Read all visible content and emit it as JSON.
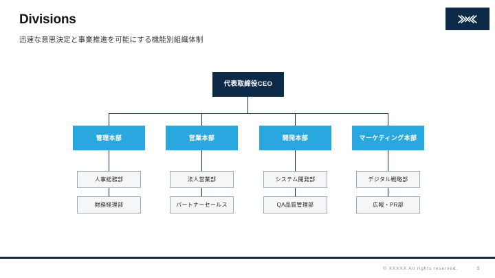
{
  "slide": {
    "title": "Divisions",
    "subtitle": "迅速な意思決定と事業推進を可能にする機能別組織体制",
    "logo": {
      "icon_name": "brand-chevron-mark",
      "background": "#0d2b48"
    }
  },
  "colors": {
    "navy": "#0d2b48",
    "blue": "#29a8e0",
    "sub_fill": "#f4f6f8",
    "sub_border": "#9aa9b8",
    "background": "#ffffff",
    "muted_text": "#8a8a8a"
  },
  "chart_data": {
    "type": "diagram",
    "title": "Divisions",
    "root": {
      "label": "代表取締役CEO",
      "level": "executive"
    },
    "divisions": [
      {
        "label": "管理本部",
        "departments": [
          "人事総務部",
          "財務経理部"
        ]
      },
      {
        "label": "営業本部",
        "departments": [
          "法人営業部",
          "パートナーセールス"
        ]
      },
      {
        "label": "開発本部",
        "departments": [
          "システム開発部",
          "QA品質管理部"
        ]
      },
      {
        "label": "マーケティング本部",
        "departments": [
          "デジタル戦略部",
          "広報・PR部"
        ]
      }
    ]
  },
  "footer": {
    "copyright": "© XXXXX All rights reserved.",
    "page_number": "5"
  }
}
